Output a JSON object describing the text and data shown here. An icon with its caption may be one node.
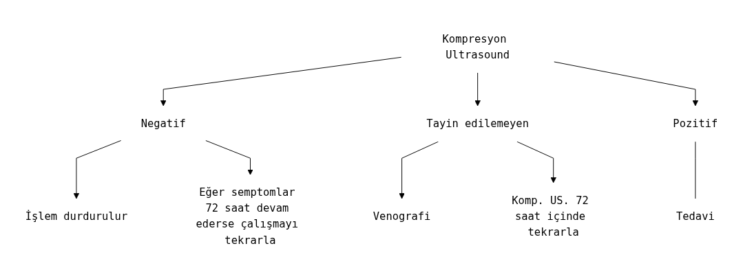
{
  "diagram": {
    "nodes": [
      {
        "text": [
          "Kompresyon Ultrasound"
        ]
      },
      {
        "text": [
          "Negatif"
        ]
      },
      {
        "text": [
          "Tayin edilemeyen"
        ]
      },
      {
        "text": [
          "Pozitif"
        ]
      },
      {
        "text": [
          "İşlem durdurulur"
        ]
      },
      {
        "text": [
          "Eğer semptomlar 72 saat devam ederse çalışmayı tekrarla"
        ]
      },
      {
        "text": [
          "Venografi"
        ]
      },
      {
        "text": [
          "Komp. US. 72 saat içinde tekrarla"
        ]
      },
      {
        "text": [
          "Tedavi"
        ]
      }
    ],
    "edges": [
      {
        "from": 0,
        "to": 1,
        "arrow": "to"
      },
      {
        "from": 0,
        "to": 2,
        "arrow": "to"
      },
      {
        "from": 0,
        "to": 3,
        "arrow": "to"
      },
      {
        "from": 1,
        "to": 4,
        "arrow": "to"
      },
      {
        "from": 1,
        "to": 5,
        "arrow": "to"
      },
      {
        "from": 2,
        "to": 6,
        "arrow": "to"
      },
      {
        "from": 2,
        "to": 7,
        "arrow": "to"
      },
      {
        "from": 3,
        "to": 8,
        "arrow": "none"
      }
    ]
  }
}
